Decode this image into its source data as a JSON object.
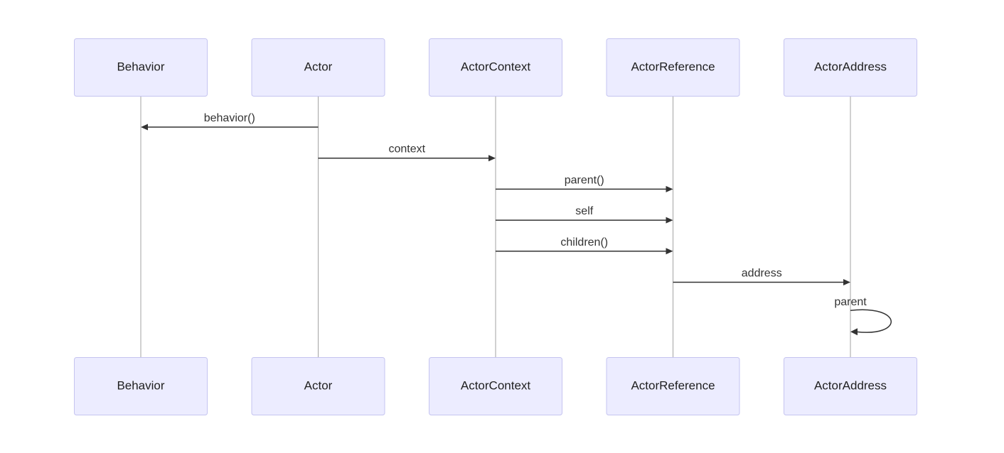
{
  "participants": [
    {
      "id": "behavior",
      "label": "Behavior"
    },
    {
      "id": "actor",
      "label": "Actor"
    },
    {
      "id": "actorcontext",
      "label": "ActorContext"
    },
    {
      "id": "actorreference",
      "label": "ActorReference"
    },
    {
      "id": "actoraddress",
      "label": "ActorAddress"
    }
  ],
  "messages": [
    {
      "from": "actor",
      "to": "behavior",
      "label": "behavior()"
    },
    {
      "from": "actor",
      "to": "actorcontext",
      "label": "context"
    },
    {
      "from": "actorcontext",
      "to": "actorreference",
      "label": "parent()"
    },
    {
      "from": "actorcontext",
      "to": "actorreference",
      "label": "self"
    },
    {
      "from": "actorcontext",
      "to": "actorreference",
      "label": "children()"
    },
    {
      "from": "actorreference",
      "to": "actoraddress",
      "label": "address"
    },
    {
      "from": "actoraddress",
      "to": "actoraddress",
      "label": "parent"
    }
  ],
  "colors": {
    "actor_fill": "#ececff",
    "actor_border": "#c5c4f0",
    "lifeline": "#a3a3a3",
    "message": "#333333"
  }
}
